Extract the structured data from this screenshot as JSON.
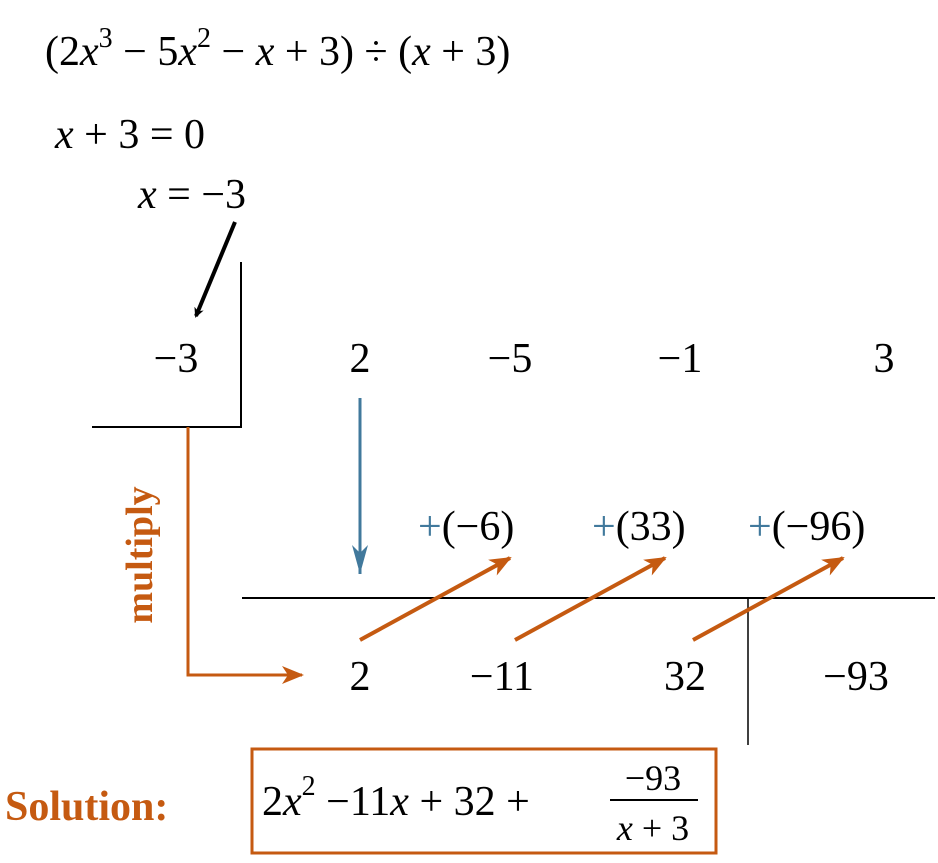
{
  "problem": {
    "open": "(2",
    "x1": "x",
    "exp1": "3",
    "mid1": " − 5",
    "x2": "x",
    "exp2": "2",
    "mid2": " − ",
    "x3": "x",
    "rest": " + 3) ÷ (",
    "x4": "x",
    "close": " + 3)"
  },
  "zero_step": {
    "line1_var": "x",
    "line1_rest": " + 3 = 0",
    "line2_var": "x",
    "line2_rest": " = −3"
  },
  "divisor": "−3",
  "coefficients": [
    "2",
    "−5",
    "−1",
    "3"
  ],
  "products": [
    {
      "plus": "+",
      "value": "(−6)"
    },
    {
      "plus": "+",
      "value": "(33)"
    },
    {
      "plus": "+",
      "value": "(−96)"
    }
  ],
  "results": [
    "2",
    "−11",
    "32",
    "−93"
  ],
  "multiply_label": "multiply",
  "solution": {
    "label": "Solution:",
    "lead": "2",
    "x1": "x",
    "exp": "2",
    "mid": " −11",
    "x2": "x",
    "tail": " + 32 +",
    "numerator": "−93",
    "den_var": "x",
    "den_rest": " + 3"
  },
  "colors": {
    "accent_orange": "#C55A11",
    "accent_blue": "#41799C"
  }
}
